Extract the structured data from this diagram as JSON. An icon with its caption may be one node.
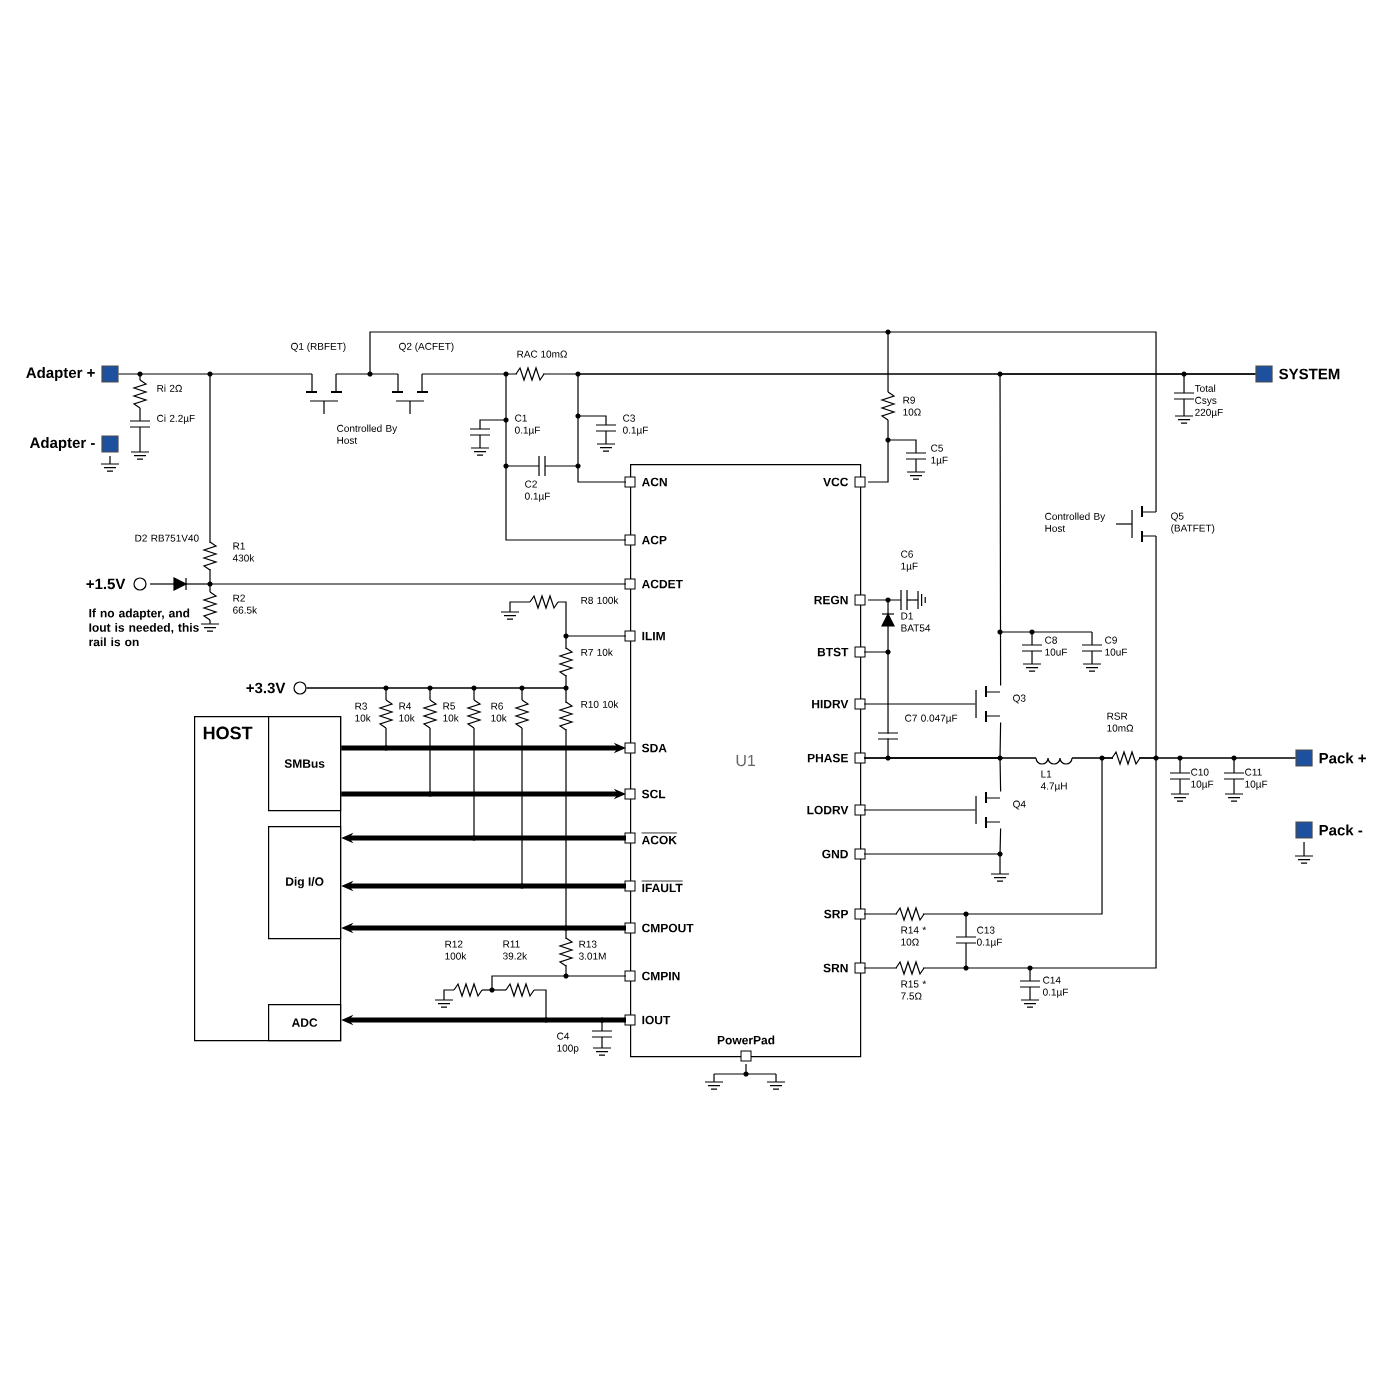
{
  "diagram": {
    "nodes": [
      {
        "text": [],
        "shape": "box",
        "beside": [
          "Adapter +"
        ]
      },
      {
        "text": [],
        "shape": "box",
        "beside": [
          "Adapter -"
        ]
      },
      {
        "text": [],
        "shape": "box",
        "beside": [
          "SYSTEM"
        ]
      },
      {
        "text": [],
        "shape": "circle",
        "beside": [
          "+1.5V"
        ]
      },
      {
        "text": [],
        "shape": "circle",
        "beside": [
          "+3.3V"
        ]
      },
      {
        "text": [
          "HOST"
        ]
      },
      {
        "text": [
          "SMBus"
        ],
        "in": 5
      },
      {
        "text": [
          "Dig I/O"
        ],
        "in": 5
      },
      {
        "text": [
          "ADC"
        ],
        "in": 5
      },
      {
        "text": [
          "U1"
        ]
      },
      {
        "text": [
          "ACN"
        ],
        "in": 9
      },
      {
        "text": [
          "ACP"
        ],
        "in": 9
      },
      {
        "text": [
          "ACDET"
        ],
        "in": 9
      },
      {
        "text": [
          "ILIM"
        ],
        "in": 9
      },
      {
        "text": [
          "SDA"
        ],
        "in": 9
      },
      {
        "text": [
          "SCL"
        ],
        "in": 9
      },
      {
        "text": [
          "ACOK"
        ],
        "in": 9
      },
      {
        "text": [
          "IFAULT"
        ],
        "in": 9
      },
      {
        "text": [
          "CMPOUT"
        ],
        "in": 9
      },
      {
        "text": [
          "CMPIN"
        ],
        "in": 9
      },
      {
        "text": [
          "IOUT"
        ],
        "in": 9
      },
      {
        "text": [
          "VCC"
        ],
        "in": 9
      },
      {
        "text": [
          "REGN"
        ],
        "in": 9
      },
      {
        "text": [
          "BTST"
        ],
        "in": 9
      },
      {
        "text": [
          "HIDRV"
        ],
        "in": 9
      },
      {
        "text": [
          "PHASE"
        ],
        "in": 9
      },
      {
        "text": [
          "LODRV"
        ],
        "in": 9
      },
      {
        "text": [
          "GND"
        ],
        "in": 9
      },
      {
        "text": [
          "SRP"
        ],
        "in": 9
      },
      {
        "text": [
          "SRN"
        ],
        "in": 9
      },
      {
        "text": [
          "PowerPad"
        ],
        "in": 9
      },
      {
        "text": [],
        "shape": "box",
        "beside": [
          "Pack +"
        ]
      },
      {
        "text": [],
        "shape": "box",
        "beside": [
          "Pack -"
        ]
      },
      {
        "text": [],
        "shape": "picture",
        "beside": [
          "Q3"
        ]
      },
      {
        "text": [],
        "shape": "picture",
        "beside": [
          "Q4"
        ]
      }
    ],
    "edges": [
      {
        "from": 6,
        "to": 14,
        "arrow": "to",
        "style": "thick"
      },
      {
        "from": 6,
        "to": 15,
        "arrow": "to",
        "style": "thick"
      },
      {
        "from": 16,
        "to": 7,
        "arrow": "to",
        "style": "thick"
      },
      {
        "from": 17,
        "to": 7,
        "arrow": "to",
        "style": "thick"
      },
      {
        "from": 18,
        "to": 7,
        "arrow": "to",
        "style": "thick"
      },
      {
        "from": 20,
        "to": 8,
        "arrow": "to",
        "style": "thick"
      },
      {
        "from": 0,
        "to": 12,
        "arrow": "none"
      },
      {
        "from": 11,
        "to": 2,
        "arrow": "none"
      },
      {
        "from": 10,
        "to": 2,
        "arrow": "none"
      },
      {
        "from": 23,
        "to": 31,
        "arrow": "none"
      },
      {
        "from": 25,
        "to": 31,
        "arrow": "none"
      },
      {
        "from": 4,
        "to": 19,
        "arrow": "none"
      },
      {
        "from": 4,
        "to": 13,
        "arrow": "none"
      },
      {
        "from": 24,
        "to": 33,
        "arrow": "none"
      },
      {
        "from": 26,
        "to": 34,
        "arrow": "none"
      },
      {
        "from": 33,
        "to": 2,
        "arrow": "none"
      },
      {
        "from": 33,
        "to": 25,
        "arrow": "none"
      },
      {
        "from": 34,
        "to": 25,
        "arrow": "none"
      },
      {
        "from": 34,
        "to": 27,
        "arrow": "none"
      },
      {
        "from": 28,
        "to": 29,
        "arrow": "none"
      }
    ],
    "labels": [
      "Q1 (RBFET)",
      "Q2 (ACFET)",
      "RAC 10mΩ",
      "Ri 2Ω",
      "Ci 2.2µF",
      "Controlled By Host",
      "C1 0.1µF",
      "C3 0.1µF",
      "C2 0.1µF",
      "R9 10Ω",
      "C5 1µF",
      "Total Csys 220µF",
      "Controlled By Host",
      "Q5 (BATFET)",
      "D2 RB751V40",
      "R1 430k",
      "R2 66.5k",
      "If no adapter, and Iout is needed, this rail is on",
      "C6 1µF",
      "D1 BAT54",
      "R8 100k",
      "R7 10k",
      "R10 10k",
      "C8 10uF",
      "C9 10uF",
      "R3 10k",
      "R4 10k",
      "R5 10k",
      "R6 10k",
      "C7 0.047µF",
      "RSR 10mΩ",
      "L1 4.7µH",
      "C10 10µF",
      "C11 10µF",
      "R12 100k",
      "R11 39.2k",
      "R13 3.01M",
      "R14 * 10Ω",
      "C13 0.1µF",
      "R15 * 7.5Ω",
      "C14 0.1µF",
      "C4 100p"
    ]
  }
}
